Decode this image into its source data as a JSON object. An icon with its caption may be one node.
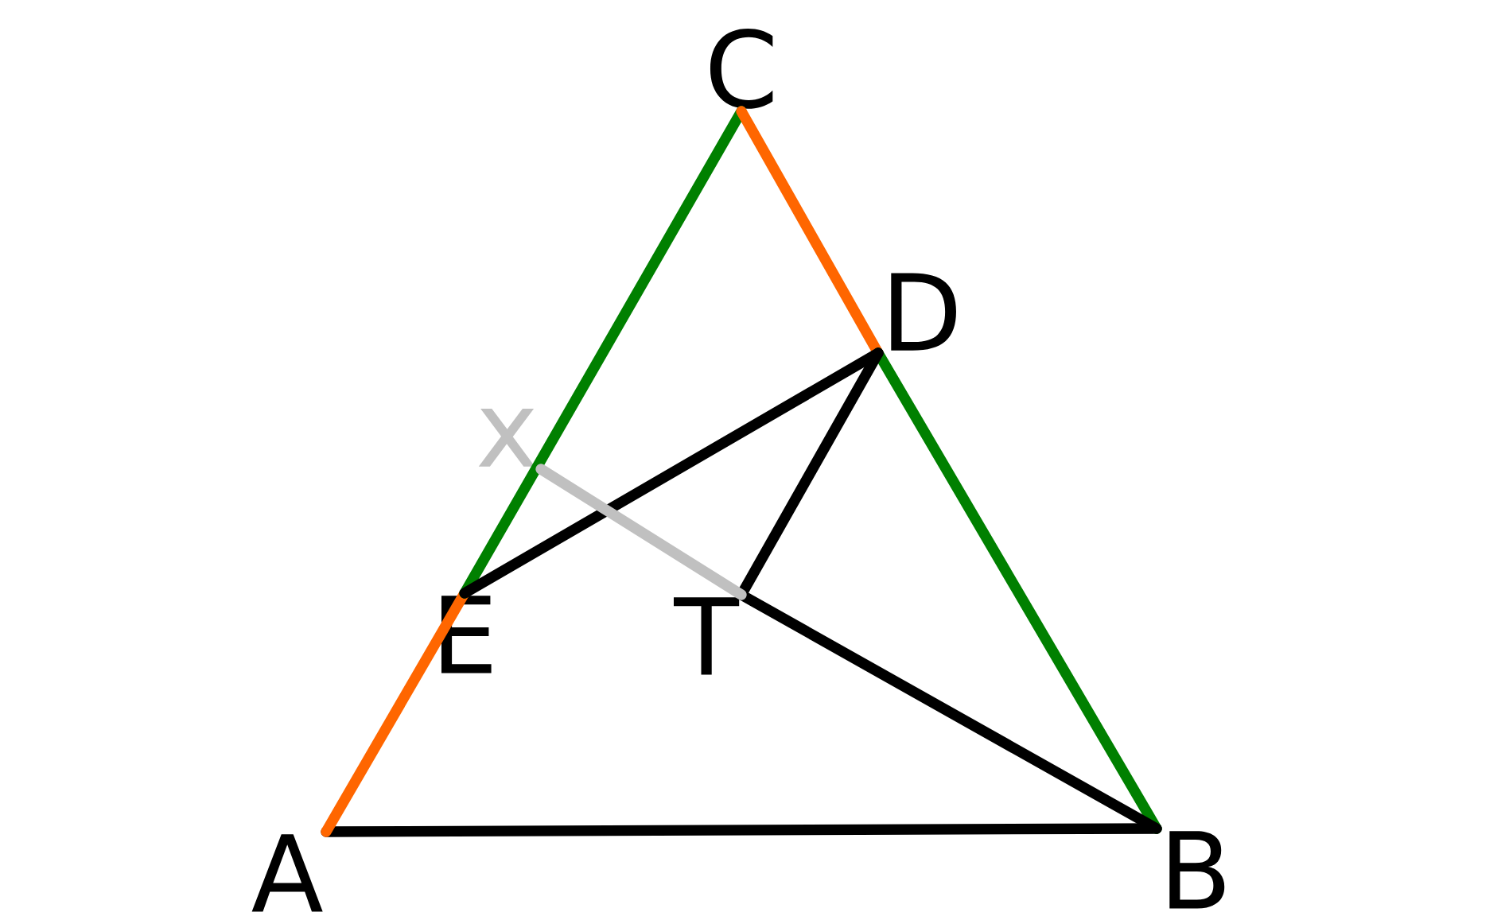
{
  "diagram": {
    "nodes": [
      {
        "text": [
          "A"
        ]
      },
      {
        "text": [
          "B"
        ]
      },
      {
        "text": [
          "C"
        ]
      },
      {
        "text": [
          "D"
        ]
      },
      {
        "text": [
          "E"
        ]
      },
      {
        "text": [
          "T"
        ]
      },
      {
        "text": [
          "x"
        ]
      }
    ],
    "edges": [
      {
        "from": 0,
        "to": 1,
        "arrow": "none"
      },
      {
        "from": 0,
        "to": 4,
        "arrow": "none",
        "color": "#ff6600"
      },
      {
        "from": 4,
        "to": 2,
        "arrow": "none",
        "color": "#008000"
      },
      {
        "from": 2,
        "to": 3,
        "arrow": "none",
        "color": "#ff6600"
      },
      {
        "from": 3,
        "to": 1,
        "arrow": "none",
        "color": "#008000"
      },
      {
        "from": 4,
        "to": 3,
        "arrow": "none"
      },
      {
        "from": 3,
        "to": 5,
        "arrow": "none"
      },
      {
        "from": 5,
        "to": 1,
        "arrow": "none"
      },
      {
        "from": 6,
        "to": 5,
        "arrow": "none",
        "color": "#c0c0c0"
      }
    ]
  }
}
